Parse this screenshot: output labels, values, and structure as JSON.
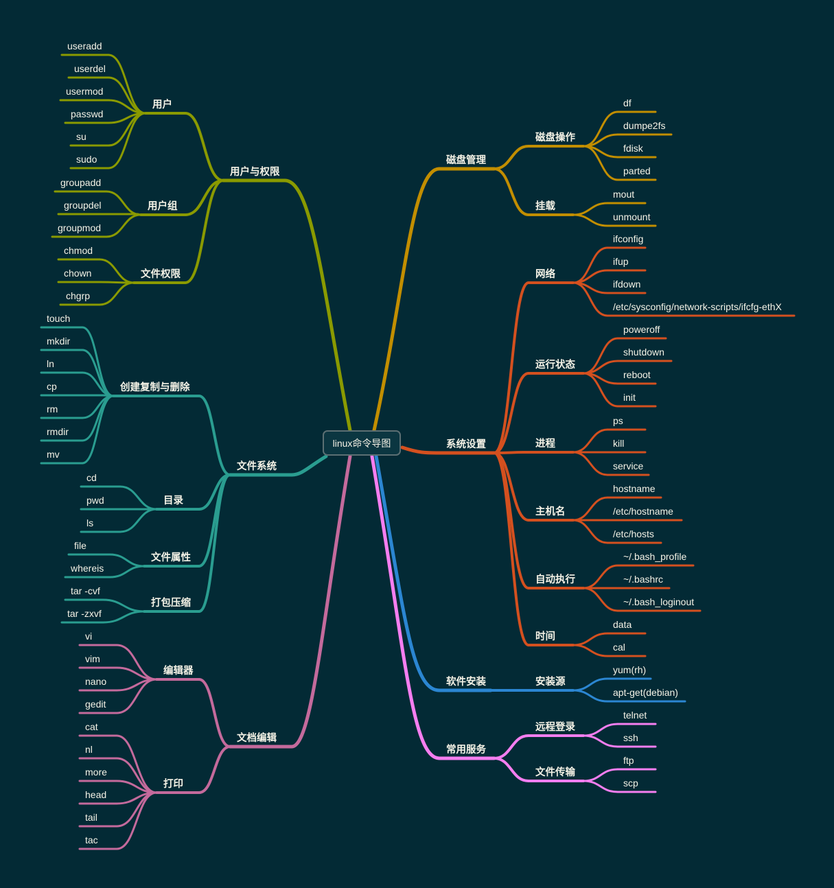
{
  "title": "linux命令导图",
  "branches": [
    {
      "label": "用户与权限",
      "color": "#8a9a00",
      "children": [
        {
          "label": "用户",
          "children": [
            {
              "label": "useradd"
            },
            {
              "label": "userdel"
            },
            {
              "label": "usermod"
            },
            {
              "label": "passwd"
            },
            {
              "label": "su"
            },
            {
              "label": "sudo"
            }
          ]
        },
        {
          "label": "用户组",
          "children": [
            {
              "label": "groupadd"
            },
            {
              "label": "groupdel"
            },
            {
              "label": "groupmod"
            }
          ]
        },
        {
          "label": "文件权限",
          "children": [
            {
              "label": "chmod"
            },
            {
              "label": "chown"
            },
            {
              "label": "chgrp"
            }
          ]
        }
      ]
    },
    {
      "label": "文件系统",
      "color": "#2a9d90",
      "children": [
        {
          "label": "创建复制与删除",
          "children": [
            {
              "label": "touch"
            },
            {
              "label": "mkdir"
            },
            {
              "label": "ln"
            },
            {
              "label": "cp"
            },
            {
              "label": "rm"
            },
            {
              "label": "rmdir"
            },
            {
              "label": "mv"
            }
          ]
        },
        {
          "label": "目录",
          "children": [
            {
              "label": "cd"
            },
            {
              "label": "pwd"
            },
            {
              "label": "ls"
            }
          ]
        },
        {
          "label": "文件属性",
          "children": [
            {
              "label": "file"
            },
            {
              "label": "whereis"
            }
          ]
        },
        {
          "label": "打包压缩",
          "children": [
            {
              "label": "tar -cvf"
            },
            {
              "label": "tar -zxvf"
            }
          ]
        }
      ]
    },
    {
      "label": "文档编辑",
      "color": "#c46a9c",
      "children": [
        {
          "label": "编辑器",
          "children": [
            {
              "label": "vi"
            },
            {
              "label": "vim"
            },
            {
              "label": "nano"
            },
            {
              "label": "gedit"
            }
          ]
        },
        {
          "label": "打印",
          "children": [
            {
              "label": "cat"
            },
            {
              "label": "nl"
            },
            {
              "label": "more"
            },
            {
              "label": "head"
            },
            {
              "label": "tail"
            },
            {
              "label": "tac"
            }
          ]
        }
      ]
    },
    {
      "label": "磁盘管理",
      "color": "#c28e00",
      "children": [
        {
          "label": "磁盘操作",
          "children": [
            {
              "label": "df"
            },
            {
              "label": "dumpe2fs"
            },
            {
              "label": "fdisk"
            },
            {
              "label": "parted"
            }
          ]
        },
        {
          "label": "挂载",
          "children": [
            {
              "label": "mout"
            },
            {
              "label": "unmount"
            }
          ]
        }
      ]
    },
    {
      "label": "系统设置",
      "color": "#d4501f",
      "children": [
        {
          "label": "网络",
          "children": [
            {
              "label": "ifconfig"
            },
            {
              "label": "ifup"
            },
            {
              "label": "ifdown"
            },
            {
              "label": "/etc/sysconfig/network-scripts/ifcfg-ethX"
            }
          ]
        },
        {
          "label": "运行状态",
          "children": [
            {
              "label": "poweroff"
            },
            {
              "label": "shutdown"
            },
            {
              "label": "reboot"
            },
            {
              "label": "init"
            }
          ]
        },
        {
          "label": "进程",
          "children": [
            {
              "label": "ps"
            },
            {
              "label": "kill"
            },
            {
              "label": "service"
            }
          ]
        },
        {
          "label": "主机名",
          "children": [
            {
              "label": "hostname"
            },
            {
              "label": "/etc/hostname"
            },
            {
              "label": "/etc/hosts"
            }
          ]
        },
        {
          "label": "自动执行",
          "children": [
            {
              "label": "~/.bash_profile"
            },
            {
              "label": "~/.bashrc"
            },
            {
              "label": "~/.bash_loginout"
            }
          ]
        },
        {
          "label": "时间",
          "children": [
            {
              "label": "data"
            },
            {
              "label": "cal"
            }
          ]
        }
      ]
    },
    {
      "label": "软件安装",
      "color": "#2b86d2",
      "children": [
        {
          "label": "安装源",
          "children": [
            {
              "label": "yum(rh)"
            },
            {
              "label": "apt-get(debian)"
            }
          ]
        }
      ]
    },
    {
      "label": "常用服务",
      "color": "#f57ef0",
      "children": [
        {
          "label": "远程登录",
          "children": [
            {
              "label": "telnet"
            },
            {
              "label": "ssh"
            }
          ]
        },
        {
          "label": "文件传输",
          "children": [
            {
              "label": "ftp"
            },
            {
              "label": "scp"
            }
          ]
        }
      ]
    }
  ]
}
